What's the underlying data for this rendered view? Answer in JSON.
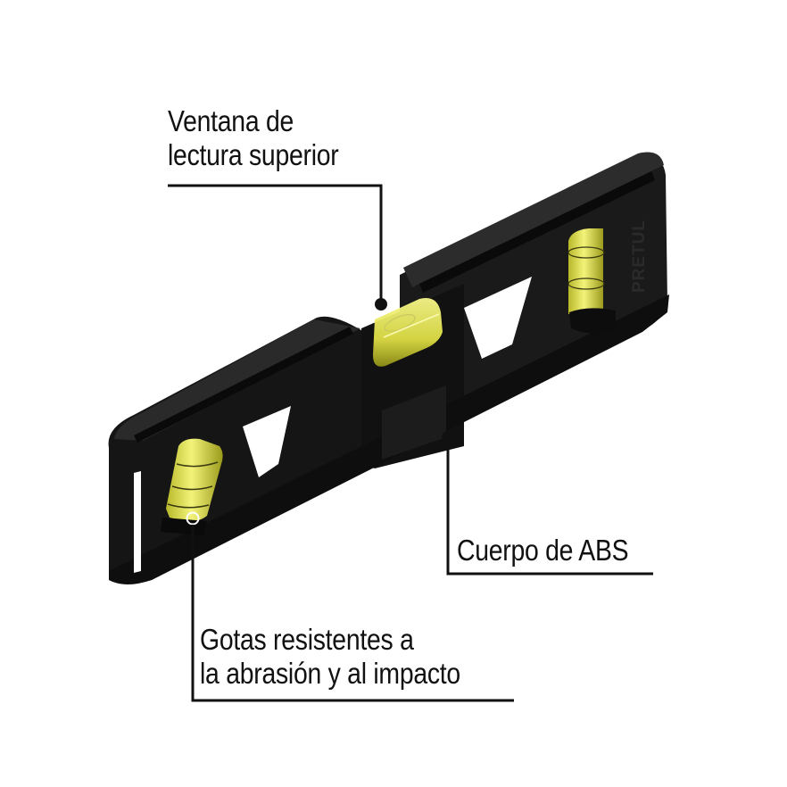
{
  "callouts": {
    "top_window": {
      "line1": "Ventana de",
      "line2": "lectura superior"
    },
    "body": {
      "line1": "Cuerpo de ABS"
    },
    "vials": {
      "line1": "Gotas resistentes a",
      "line2": "la abrasión y al impacto"
    }
  },
  "product": {
    "brand_embossed": "PRETUL",
    "body_color": "#141414",
    "vial_color": "#e8e85a",
    "leader_color": "#111111",
    "background": "#ffffff"
  }
}
